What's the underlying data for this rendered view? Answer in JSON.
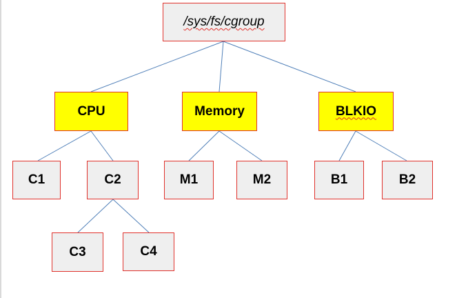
{
  "root": {
    "label": "/sys/fs/cgroup"
  },
  "categories": [
    {
      "label": "CPU"
    },
    {
      "label": "Memory"
    },
    {
      "label": "BLKIO"
    }
  ],
  "leaves": {
    "cpu": [
      {
        "label": "C1"
      },
      {
        "label": "C2"
      }
    ],
    "cpu_c2_children": [
      {
        "label": "C3"
      },
      {
        "label": "C4"
      }
    ],
    "memory": [
      {
        "label": "M1"
      },
      {
        "label": "M2"
      }
    ],
    "blkio": [
      {
        "label": "B1"
      },
      {
        "label": "B2"
      }
    ]
  },
  "colors": {
    "node_border": "#e0302a",
    "node_fill": "#efefef",
    "category_fill": "#ffff00",
    "connector": "#4f7fb8",
    "spellcheck_underline": "#e0302a"
  }
}
